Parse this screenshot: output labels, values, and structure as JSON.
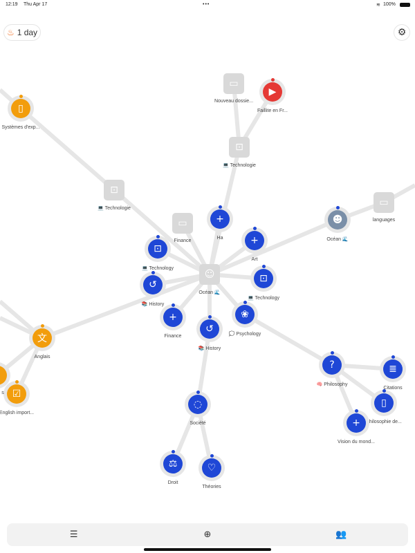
{
  "status_bar": {
    "time": "12:19",
    "date": "Thu Apr 17",
    "battery": "100%"
  },
  "streak": {
    "label": "1 day"
  },
  "colors": {
    "blue": "#1f47d6",
    "orange": "#f29d0c",
    "red": "#e53935",
    "gray": "#d9d9d9",
    "edge": "#e6e6e6"
  },
  "nodes": [
    {
      "label": "Systèmes d'exp...",
      "type": "circle",
      "color": "orange",
      "icon": "book-icon"
    },
    {
      "label": "💻 Technologie",
      "type": "square",
      "icon": "chip-icon"
    },
    {
      "label": "Nouveau dossie...",
      "type": "square",
      "icon": "folder-icon"
    },
    {
      "label": "Faillite en Fr...",
      "type": "circle",
      "color": "red",
      "icon": "video-icon"
    },
    {
      "label": "💻 Technologie",
      "type": "square",
      "icon": "chip-icon"
    },
    {
      "label": "languages",
      "type": "square",
      "icon": "folder-icon"
    },
    {
      "label": "Océan 🌊",
      "type": "circle",
      "color": "avatar",
      "icon": "avatar-photo"
    },
    {
      "label": "Ha",
      "type": "circle",
      "color": "blue",
      "icon": "plus-icon"
    },
    {
      "label": "Finance",
      "type": "square",
      "icon": "folder-icon"
    },
    {
      "label": "💻 Technology",
      "type": "circle",
      "color": "blue",
      "icon": "chip-icon"
    },
    {
      "label": "Art",
      "type": "circle",
      "color": "blue",
      "icon": "plus-icon"
    },
    {
      "label": "Océan 🌊",
      "type": "square",
      "icon": "person-icon"
    },
    {
      "label": "💻 Technology",
      "type": "circle",
      "color": "blue",
      "icon": "chip-icon"
    },
    {
      "label": "📚 History",
      "type": "circle",
      "color": "blue",
      "icon": "history-icon"
    },
    {
      "label": "Finance",
      "type": "circle",
      "color": "blue",
      "icon": "plus-icon"
    },
    {
      "label": "💭 Psychology",
      "type": "circle",
      "color": "blue",
      "icon": "brain-icon"
    },
    {
      "label": "📚 History",
      "type": "circle",
      "color": "blue",
      "icon": "history-icon"
    },
    {
      "label": "Anglais",
      "type": "circle",
      "color": "orange",
      "icon": "translate-icon"
    },
    {
      "label": "English import...",
      "type": "circle",
      "color": "orange",
      "icon": "checklist-icon"
    },
    {
      "label": "🧠 Philosophy",
      "type": "circle",
      "color": "blue",
      "icon": "question-icon"
    },
    {
      "label": "Citations",
      "type": "circle",
      "color": "blue",
      "icon": "text-icon"
    },
    {
      "label": "Philosophie de...",
      "type": "circle",
      "color": "blue",
      "icon": "book-icon"
    },
    {
      "label": "Vision du mond...",
      "type": "circle",
      "color": "blue",
      "icon": "plus-icon"
    },
    {
      "label": "Société",
      "type": "circle",
      "color": "blue",
      "icon": "dashed-circle-icon"
    },
    {
      "label": "Droit",
      "type": "circle",
      "color": "blue",
      "icon": "scale-icon"
    },
    {
      "label": "Théories",
      "type": "circle",
      "color": "blue",
      "icon": "heart-icon"
    },
    {
      "label": "s",
      "type": "circle",
      "color": "orange",
      "icon": "book-icon"
    }
  ],
  "toolbar": {
    "items": [
      "list-icon",
      "add-circle-icon",
      "people-icon"
    ]
  }
}
